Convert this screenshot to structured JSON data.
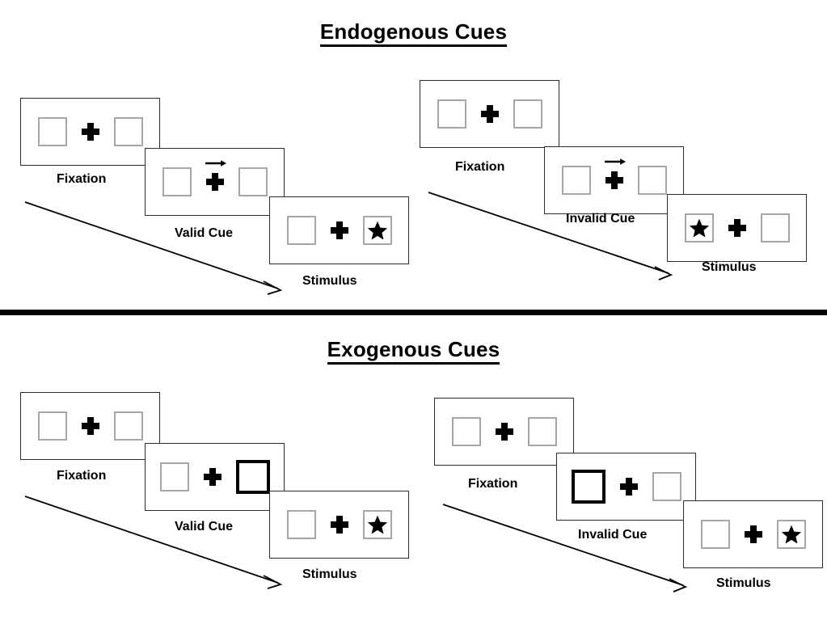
{
  "panels": [
    {
      "id": "endogenous",
      "title": "Endogenous Cues",
      "cue_type": "arrow",
      "columns": [
        {
          "id": "valid",
          "cue_label": "Valid Cue",
          "frames": [
            {
              "label": "Fixation",
              "left_box": "empty",
              "right_box": "empty",
              "cue": "none"
            },
            {
              "label": "Valid Cue",
              "left_box": "empty",
              "right_box": "empty",
              "cue": "arrow-right"
            },
            {
              "label": "Stimulus",
              "left_box": "empty",
              "right_box": "star",
              "cue": "none"
            }
          ]
        },
        {
          "id": "invalid",
          "cue_label": "Invalid Cue",
          "frames": [
            {
              "label": "Fixation",
              "left_box": "empty",
              "right_box": "empty",
              "cue": "none"
            },
            {
              "label": "Invalid Cue",
              "left_box": "empty",
              "right_box": "empty",
              "cue": "arrow-right"
            },
            {
              "label": "Stimulus",
              "left_box": "star",
              "right_box": "empty",
              "cue": "none"
            }
          ]
        }
      ]
    },
    {
      "id": "exogenous",
      "title": "Exogenous Cues",
      "cue_type": "box-highlight",
      "columns": [
        {
          "id": "valid",
          "cue_label": "Valid Cue",
          "frames": [
            {
              "label": "Fixation",
              "left_box": "empty",
              "right_box": "empty",
              "cue": "none"
            },
            {
              "label": "Valid Cue",
              "left_box": "empty",
              "right_box": "cued",
              "cue": "none"
            },
            {
              "label": "Stimulus",
              "left_box": "empty",
              "right_box": "star",
              "cue": "none"
            }
          ]
        },
        {
          "id": "invalid",
          "cue_label": "Invalid Cue",
          "frames": [
            {
              "label": "Fixation",
              "left_box": "empty",
              "right_box": "empty",
              "cue": "none"
            },
            {
              "label": "Invalid Cue",
              "left_box": "cued",
              "right_box": "empty",
              "cue": "none"
            },
            {
              "label": "Stimulus",
              "left_box": "empty",
              "right_box": "star",
              "cue": "none"
            }
          ]
        }
      ]
    }
  ],
  "labels": {
    "endogenous": {
      "valid": {
        "fixation": "Fixation",
        "cue": "Valid Cue",
        "stimulus": "Stimulus"
      },
      "invalid": {
        "fixation": "Fixation",
        "cue": "Invalid Cue",
        "stimulus": "Stimulus"
      }
    },
    "exogenous": {
      "valid": {
        "fixation": "Fixation",
        "cue": "Valid Cue",
        "stimulus": "Stimulus"
      },
      "invalid": {
        "fixation": "Fixation",
        "cue": "Invalid Cue",
        "stimulus": "Stimulus"
      }
    }
  },
  "colors": {
    "background": "#ffffff",
    "frame_border": "#2b2b2b",
    "box_border": "#a6a6a6",
    "cued_box_border": "#000000",
    "ink": "#000000",
    "divider": "#000000"
  },
  "icons": {
    "fixation_cross": "plus-icon",
    "cue_arrow": "arrow-right-icon",
    "target": "star-icon",
    "timeline": "timeline-arrow-icon"
  }
}
